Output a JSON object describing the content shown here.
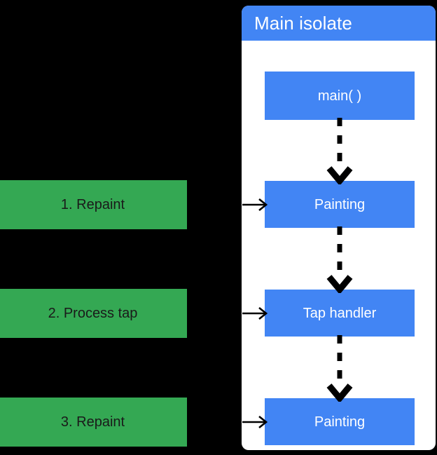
{
  "diagram": {
    "title": "Main isolate",
    "panel": {
      "header_label": "Main isolate",
      "background_color": "#ffffff",
      "header_color": "#4285F4"
    },
    "colors": {
      "blue": "#4285F4",
      "green": "#34A853",
      "arrow": "#000000",
      "canvas": "#000000",
      "blue_text": "#ffffff",
      "green_text": "#1a1a1a"
    },
    "isolate_steps": [
      {
        "id": "main",
        "label": "main( )"
      },
      {
        "id": "paint-1",
        "label": "Painting"
      },
      {
        "id": "tap",
        "label": "Tap handler"
      },
      {
        "id": "paint-2",
        "label": "Painting"
      }
    ],
    "external_steps": [
      {
        "id": "step-1",
        "label": "1. Repaint"
      },
      {
        "id": "step-2",
        "label": "2. Process tap"
      },
      {
        "id": "step-3",
        "label": "3. Repaint"
      }
    ],
    "connectors": {
      "dashed_vertical": [
        {
          "from": "main",
          "to": "paint-1"
        },
        {
          "from": "paint-1",
          "to": "tap"
        },
        {
          "from": "tap",
          "to": "paint-2"
        }
      ],
      "solid_horizontal": [
        {
          "from": "step-1",
          "to": "paint-1"
        },
        {
          "from": "step-2",
          "to": "tap"
        },
        {
          "from": "step-3",
          "to": "paint-2"
        }
      ]
    }
  }
}
